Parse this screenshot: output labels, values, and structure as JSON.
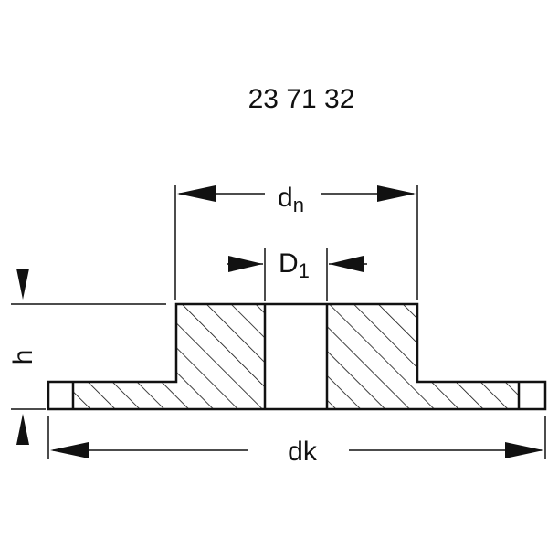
{
  "part_number": "23 71 32",
  "dimensions": {
    "hub_diameter": {
      "symbol": "d",
      "subscript": "n"
    },
    "bore_diameter": {
      "symbol": "D",
      "subscript": "1"
    },
    "height": "h",
    "flange_diameter": "dk"
  },
  "colors": {
    "line": "#111111",
    "background": "#ffffff"
  }
}
